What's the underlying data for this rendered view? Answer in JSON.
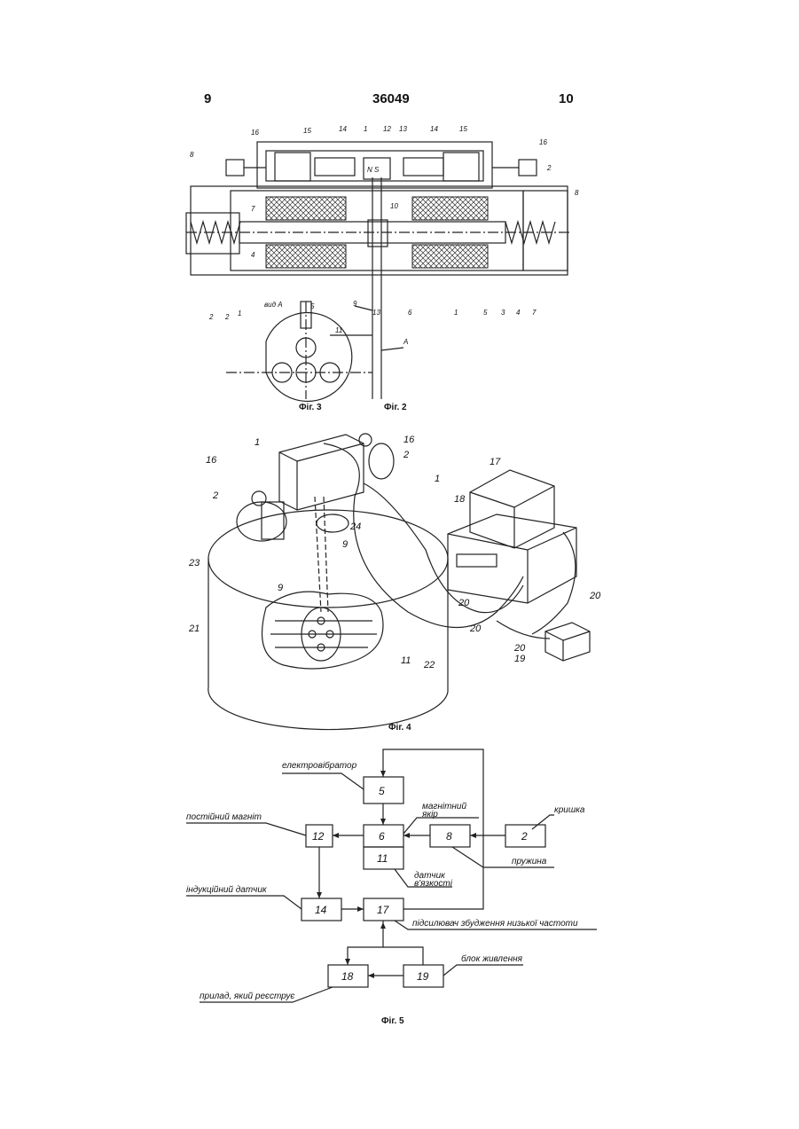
{
  "header": {
    "left": "9",
    "center": "36049",
    "right": "10"
  },
  "captions": {
    "fig3": "Фіг. 3",
    "fig2": "Фіг. 2",
    "fig4": "Фіг. 4",
    "fig5": "Фіг. 5"
  },
  "fig2": {
    "labels": {
      "l16a": "16",
      "l15a": "15",
      "l14a": "14",
      "l1a": "1",
      "l12": "12",
      "l13a": "13",
      "l14b": "14",
      "l15b": "15",
      "l16b": "16",
      "l2a": "2",
      "l8a": "8",
      "l8b": "8",
      "l7a": "7",
      "l4a": "4",
      "l10": "10",
      "l2b": "2",
      "l2c": "2",
      "l1b": "1",
      "l5a": "5",
      "l9": "9",
      "l13b": "13",
      "l6": "6",
      "l1c": "1",
      "l5b": "5",
      "l3": "3",
      "l4b": "4",
      "l7b": "7",
      "vidA": "вид А",
      "l11": "11",
      "arrowA": "А",
      "ns": "N S"
    }
  },
  "fig4": {
    "labels": {
      "l1a": "1",
      "l16a": "16",
      "l16b": "16",
      "l2a": "2",
      "l2b": "2",
      "l1b": "1",
      "l17": "17",
      "l18": "18",
      "l9a": "9",
      "l24": "24",
      "l23": "23",
      "l9b": "9",
      "l21": "21",
      "l20a": "20",
      "l20b": "20",
      "l20c": "20",
      "l20d": "20",
      "l11": "11",
      "l22": "22",
      "l19": "19"
    }
  },
  "fig5": {
    "blocks": {
      "b5": "5",
      "b6": "6",
      "b11": "11",
      "b8": "8",
      "b2": "2",
      "b12": "12",
      "b14": "14",
      "b17": "17",
      "b18": "18",
      "b19": "19"
    },
    "labels": {
      "electrovibrator": "електровібратор",
      "magnet_anchor_1": "магнітний",
      "magnet_anchor_2": "якір",
      "lid": "кришка",
      "permanent_magnet": "постійний магніт",
      "spring": "пружина",
      "sensor_1": "датчик",
      "sensor_2": "в'язкості",
      "inductive_sensor": "індукційний датчик",
      "amplifier": "підсилювач збудження низької частоти",
      "power_unit": "блок живлення",
      "recorder": "прилад, який реєструє"
    }
  }
}
